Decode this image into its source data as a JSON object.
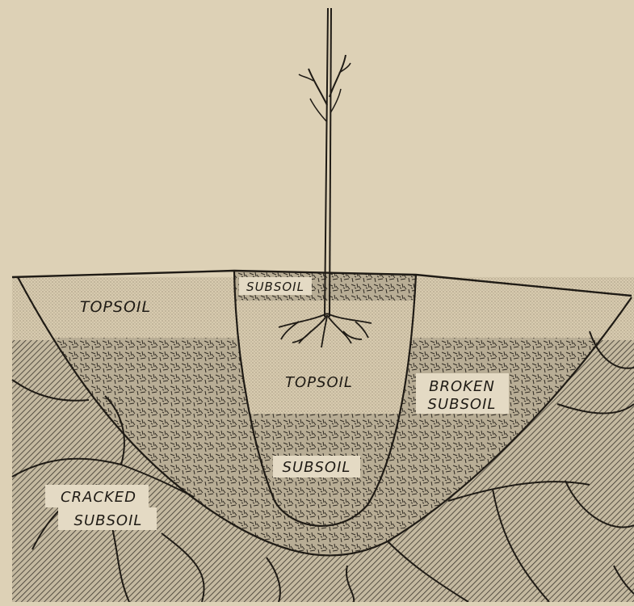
{
  "labels": {
    "topsoil_left": "TOPSOIL",
    "subsoil_top": "SUBSOIL",
    "topsoil_center": "TOPSOIL",
    "broken_line1": "BROKEN",
    "broken_line2": "SUBSOIL",
    "subsoil_bottom": "SUBSOIL",
    "cracked_line1": "CRACKED",
    "cracked_line2": "SUBSOIL"
  },
  "colors": {
    "paper": "#ddd1b6",
    "ink": "#2a2620",
    "topsoil": "#d3c6a8",
    "subsoil": "#a39a86",
    "rock": "#9a9281"
  }
}
